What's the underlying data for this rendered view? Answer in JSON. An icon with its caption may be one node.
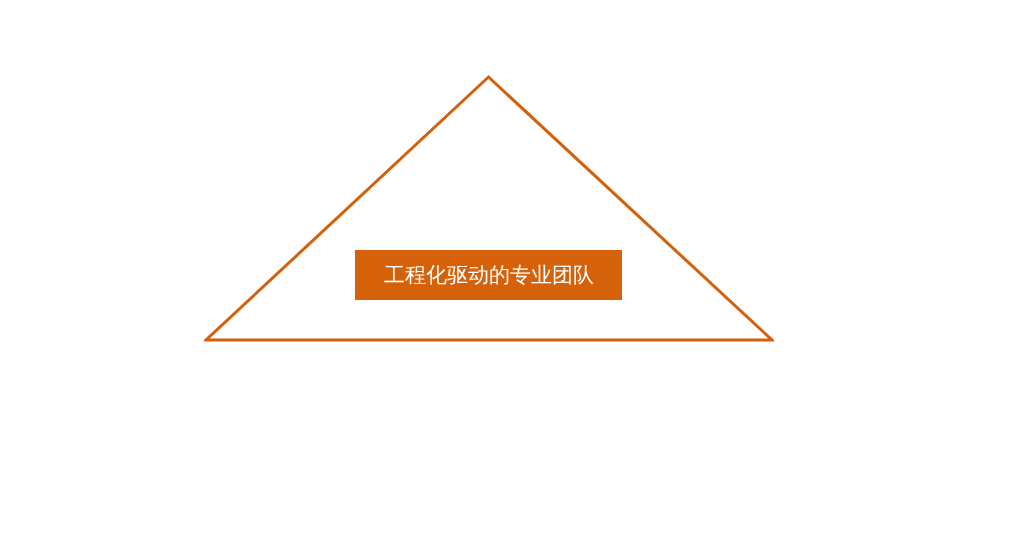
{
  "diagram": {
    "nodes": [
      {
        "text": [],
        "shape": "triangle"
      },
      {
        "text": [
          "工程化驱动的专业团队"
        ],
        "in": 0
      }
    ]
  }
}
